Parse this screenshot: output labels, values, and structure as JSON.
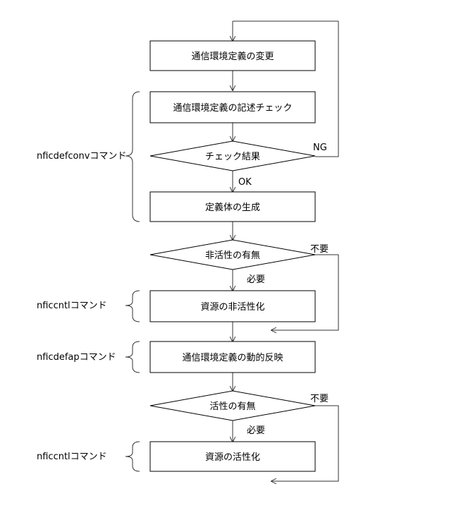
{
  "steps": {
    "change_def": "通信環境定義の変更",
    "syntax_check": "通信環境定義の記述チェック",
    "check_result": "チェック結果",
    "generate": "定義体の生成",
    "deactivate_needed": "非活性の有無",
    "deactivate": "資源の非活性化",
    "dynamic_reflect": "通信環境定義の動的反映",
    "activate_needed": "活性の有無",
    "activate": "資源の活性化"
  },
  "edge_labels": {
    "ng": "NG",
    "ok": "OK",
    "need_1": "必要",
    "not_need_1": "不要",
    "need_2": "必要",
    "not_need_2": "不要"
  },
  "side_labels": {
    "nficdefconv": "nficdefconvコマンド",
    "nficcntl_1": "nficcntlコマンド",
    "nficdefap": "nficdefapコマンド",
    "nficcntl_2": "nficcntlコマンド"
  }
}
